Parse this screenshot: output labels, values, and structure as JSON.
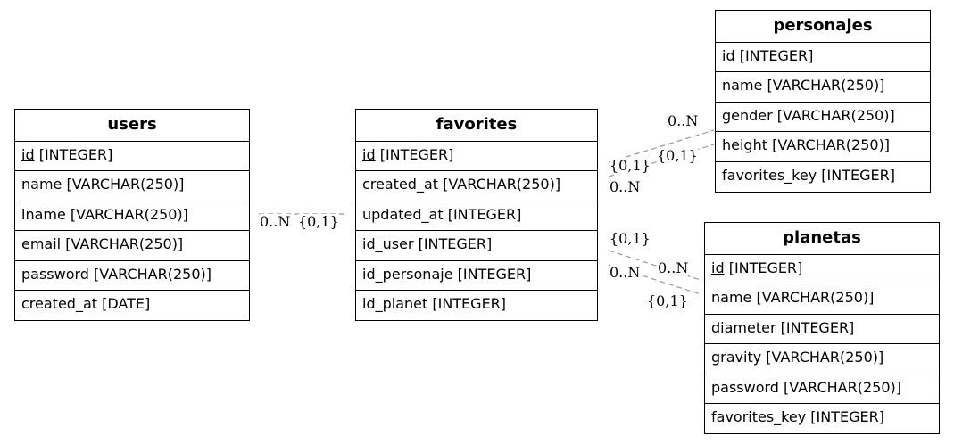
{
  "entities": {
    "users": {
      "name": "users",
      "fields": [
        {
          "key": "id",
          "type": " [INTEGER]"
        },
        {
          "text": "name [VARCHAR(250)]"
        },
        {
          "text": "lname [VARCHAR(250)]"
        },
        {
          "text": "email [VARCHAR(250)]"
        },
        {
          "text": "password [VARCHAR(250)]"
        },
        {
          "text": "created_at [DATE]"
        }
      ]
    },
    "favorites": {
      "name": "favorites",
      "fields": [
        {
          "key": "id",
          "type": " [INTEGER]"
        },
        {
          "text": "created_at [VARCHAR(250)]"
        },
        {
          "text": "updated_at [INTEGER]"
        },
        {
          "text": "id_user [INTEGER]"
        },
        {
          "text": "id_personaje [INTEGER]"
        },
        {
          "text": "id_planet [INTEGER]"
        }
      ]
    },
    "personajes": {
      "name": "personajes",
      "fields": [
        {
          "key": "id",
          "type": " [INTEGER]"
        },
        {
          "text": "name [VARCHAR(250)]"
        },
        {
          "text": "gender [VARCHAR(250)]"
        },
        {
          "text": "height [VARCHAR(250)]"
        },
        {
          "text": "favorites_key [INTEGER]"
        }
      ]
    },
    "planetas": {
      "name": "planetas",
      "fields": [
        {
          "key": "id",
          "type": " [INTEGER]"
        },
        {
          "text": "name [VARCHAR(250)]"
        },
        {
          "text": "diameter [INTEGER]"
        },
        {
          "text": "gravity [VARCHAR(250)]"
        },
        {
          "text": "password [VARCHAR(250)]"
        },
        {
          "text": "favorites_key [INTEGER]"
        }
      ]
    }
  },
  "cardinalities": {
    "users_favorites_many": "0..N",
    "users_favorites_one": "{0,1}",
    "personajes_many": "0..N",
    "personajes_one_a": "{0,1}",
    "personajes_one_b": "{0,1}",
    "personajes_many_b": "0..N",
    "planetas_one_a": "{0,1}",
    "planetas_many_a": "0..N",
    "planetas_many_b": "0..N",
    "planetas_one_b": "{0,1}"
  },
  "colors": {
    "border": "#000000",
    "connector": "#999999"
  }
}
